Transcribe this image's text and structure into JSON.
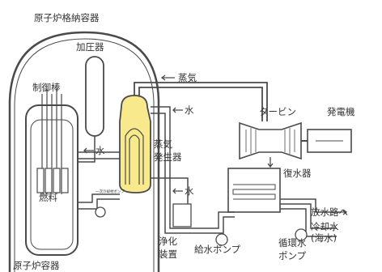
{
  "labels": {
    "containment": "原子炉格納容器",
    "pressurizer": "加圧器",
    "steam": "蒸気",
    "control_rods": "制御棒",
    "water_top": "水",
    "turbine": "タービン",
    "generator": "発電機",
    "water_left": "水",
    "steam_generator_line1": "蒸気",
    "steam_generator_line2": "発生器",
    "condenser": "復水器",
    "fuel": "燃料",
    "water_bottom": "水",
    "pump_small": "一次冷却材ポンプ",
    "to_outlet": "放水路へ",
    "cooling_line1": "冷却水",
    "cooling_line2": "(海水)",
    "purifier_line1": "浄化",
    "purifier_line2": "装置",
    "feed_pump": "給水ポンプ",
    "circ_line1": "循環水",
    "circ_line2": "ポンプ",
    "reactor_vessel": "原子炉容器"
  },
  "colors": {
    "line": "#4a4a4a",
    "pipe_fill": "#ffffff",
    "steam_generator": "#f7e98c",
    "vessel_fill": "#ffffff"
  }
}
